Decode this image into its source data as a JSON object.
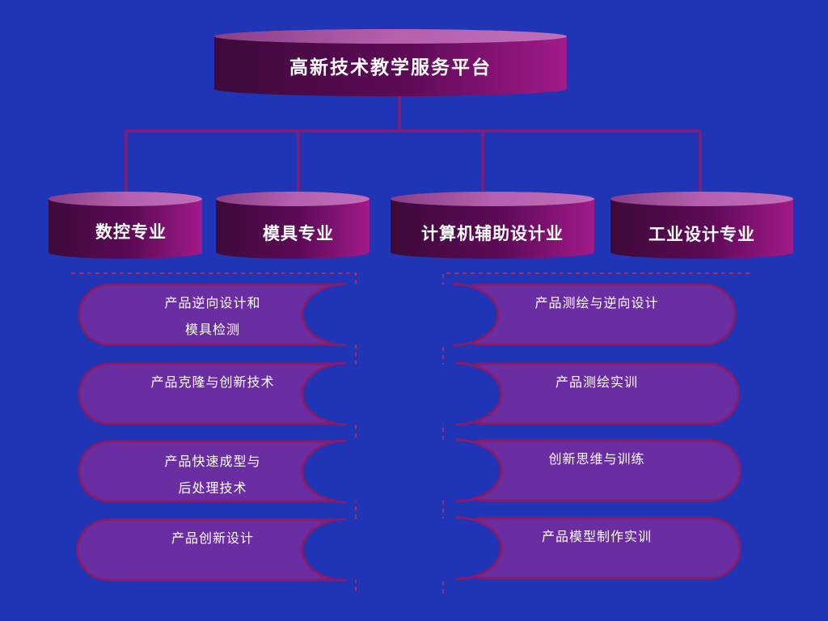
{
  "colors": {
    "background": "#1f35b5",
    "drum_side": "#5e0a57",
    "drum_top": "#a64fa0",
    "connector": "#7a1f7a",
    "capsule_fill": "#6a2ea2",
    "capsule_stroke": "#8a1a6a",
    "dashed_border": "#a0306a"
  },
  "platform": {
    "title": "高新技术教学服务平台"
  },
  "majors": [
    {
      "label": "数控专业"
    },
    {
      "label": "模具专业"
    },
    {
      "label": "计算机辅助设计业"
    },
    {
      "label": "工业设计专业"
    }
  ],
  "left_courses": [
    {
      "lines": [
        "产品逆向设计和",
        "模具检测"
      ]
    },
    {
      "lines": [
        "产品克隆与创新技术"
      ]
    },
    {
      "lines": [
        "产品快速成型与",
        "后处理技术"
      ]
    },
    {
      "lines": [
        "产品创新设计"
      ]
    }
  ],
  "right_courses": [
    {
      "lines": [
        "产品测绘与逆向设计"
      ]
    },
    {
      "lines": [
        "产品测绘实训"
      ]
    },
    {
      "lines": [
        "创新思维与训练"
      ]
    },
    {
      "lines": [
        "产品模型制作实训"
      ]
    }
  ]
}
